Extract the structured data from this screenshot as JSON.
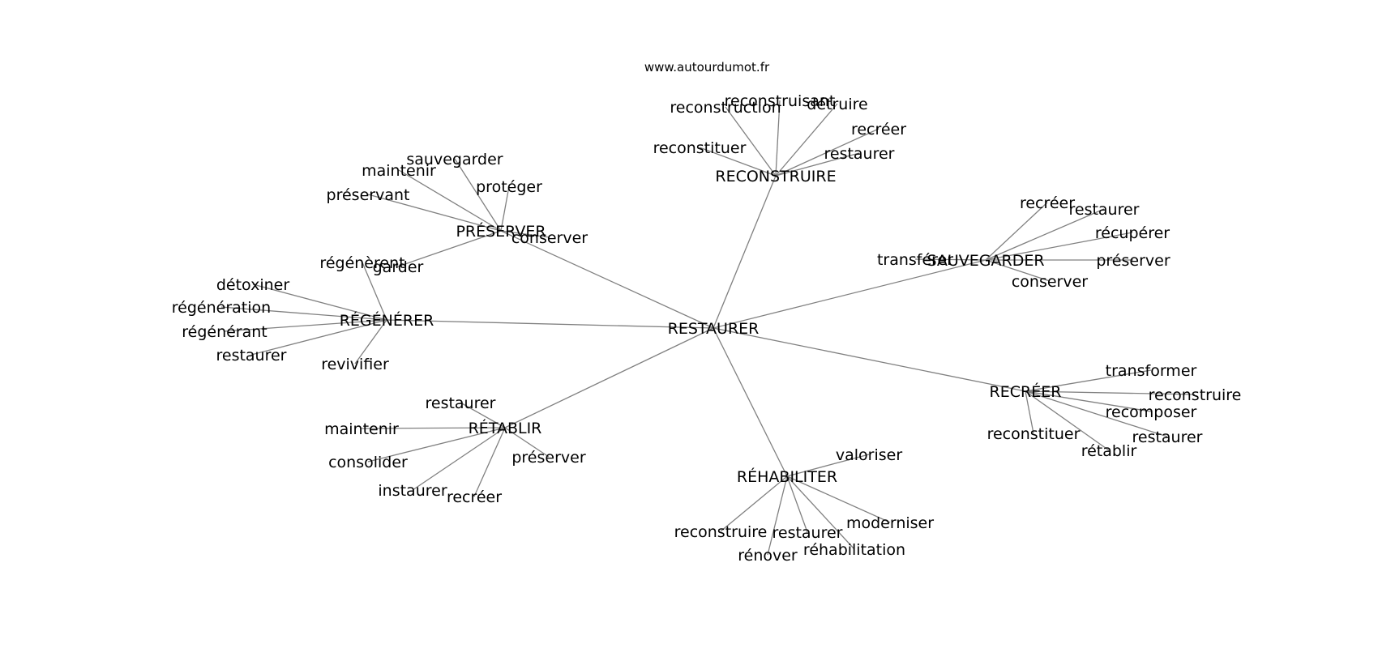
{
  "watermark": "www.autourdumot.fr",
  "colors": {
    "edge": "#808080",
    "text": "#000000",
    "background": "#ffffff"
  },
  "center": "RESTAURER",
  "clusters": [
    {
      "hub": "RECONSTRUIRE",
      "leaves": [
        "reconstruction",
        "reconstruisant",
        "détruire",
        "recréer",
        "restaurer",
        "reconstituer"
      ]
    },
    {
      "hub": "PRÉSERVER",
      "leaves": [
        "sauvegarder",
        "maintenir",
        "protéger",
        "préservant",
        "conserver",
        "garder"
      ]
    },
    {
      "hub": "SAUVEGARDER",
      "leaves": [
        "recréer",
        "restaurer",
        "récupérer",
        "transférer",
        "préserver",
        "conserver"
      ]
    },
    {
      "hub": "RÉGÉNÉRER",
      "leaves": [
        "régénèrent",
        "détoxiner",
        "régénération",
        "régénérant",
        "restaurer",
        "revivifier"
      ]
    },
    {
      "hub": "RECRÉER",
      "leaves": [
        "transformer",
        "reconstruire",
        "recomposer",
        "reconstituer",
        "restaurer",
        "rétablir"
      ]
    },
    {
      "hub": "RÉTABLIR",
      "leaves": [
        "restaurer",
        "maintenir",
        "consolider",
        "préserver",
        "instaurer",
        "recréer"
      ]
    },
    {
      "hub": "RÉHABILITER",
      "leaves": [
        "valoriser",
        "reconstruire",
        "restaurer",
        "moderniser",
        "rénover",
        "réhabilitation"
      ]
    }
  ]
}
